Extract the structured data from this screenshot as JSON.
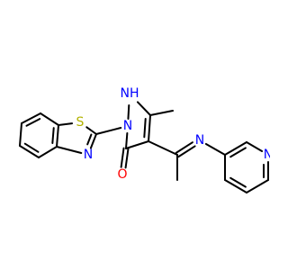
{
  "molecule": {
    "atoms": [
      {
        "id": "S1",
        "element": "S",
        "label": "S",
        "color": "#b2b200"
      },
      {
        "id": "N_thz",
        "element": "N",
        "label": "N",
        "color": "#0000ff"
      },
      {
        "id": "NH",
        "element": "N",
        "label": "NH",
        "color": "#0000ff"
      },
      {
        "id": "N_pz",
        "element": "N",
        "label": "N",
        "color": "#0000ff"
      },
      {
        "id": "O1",
        "element": "O",
        "label": "O",
        "color": "#ff0000"
      },
      {
        "id": "N_im",
        "element": "N",
        "label": "N",
        "color": "#0000ff"
      },
      {
        "id": "N_py",
        "element": "N",
        "label": "N",
        "color": "#0000ff"
      }
    ],
    "colors": {
      "bond": "#000000",
      "background": "#ffffff"
    }
  }
}
